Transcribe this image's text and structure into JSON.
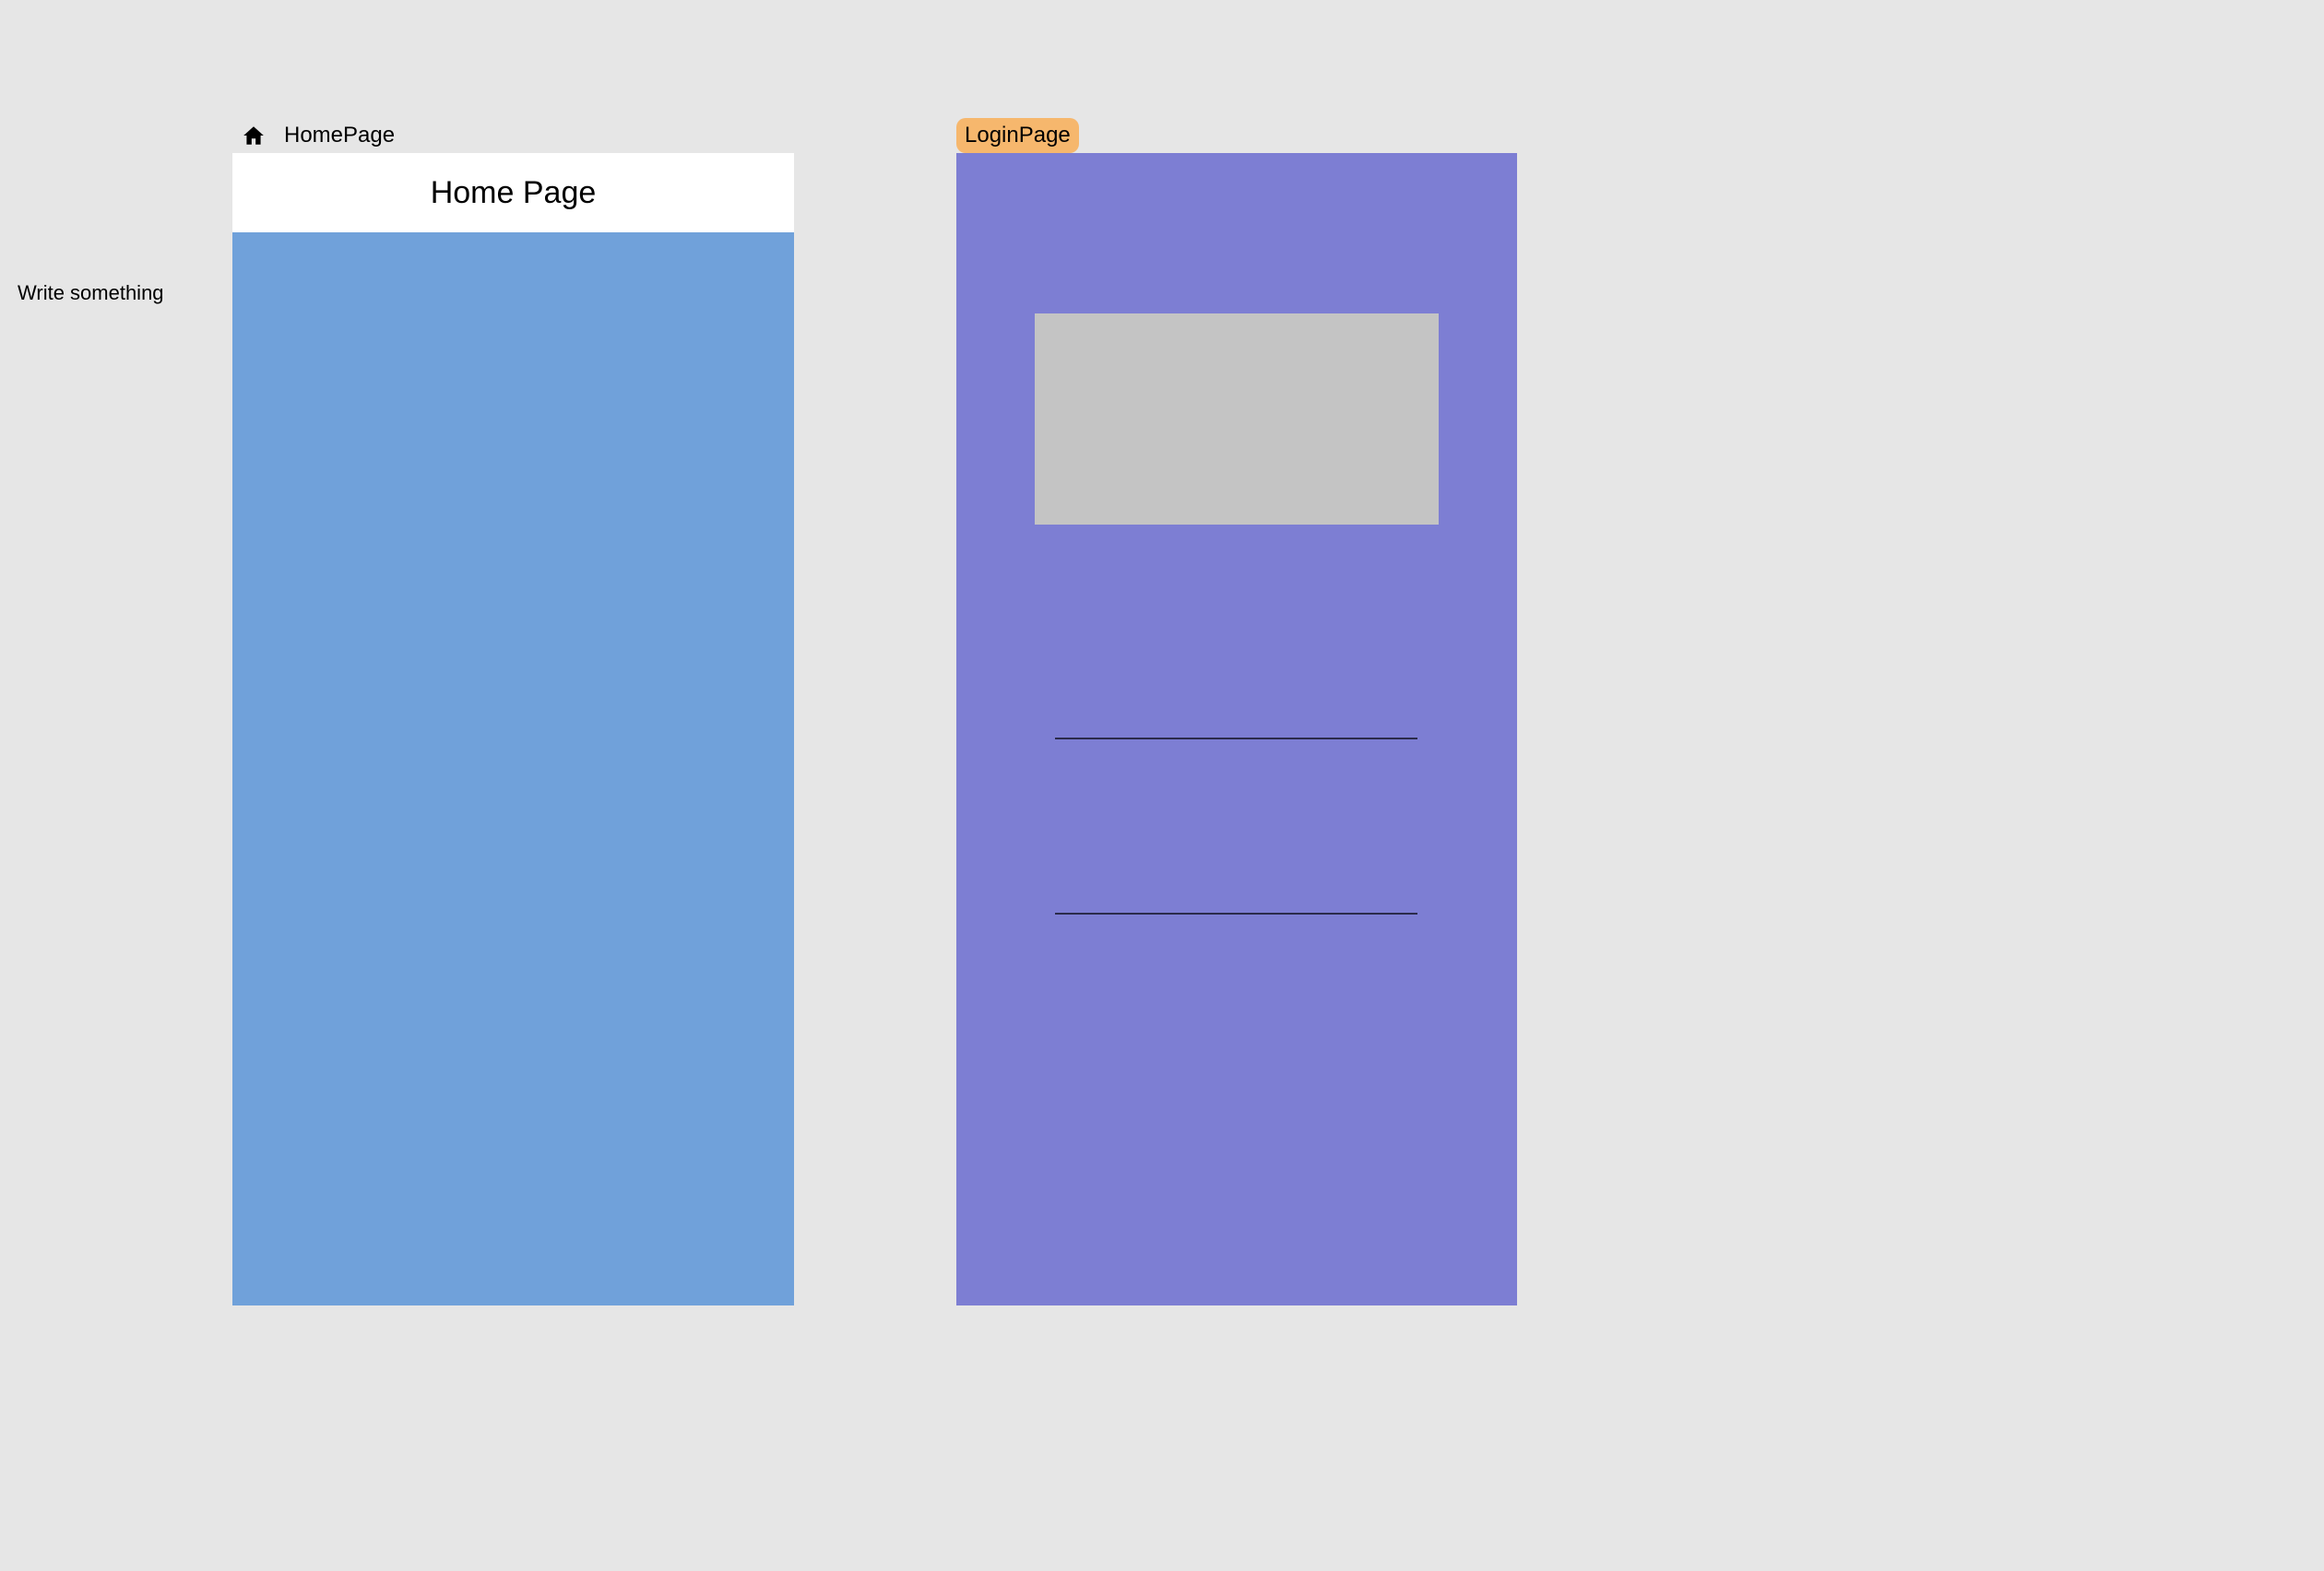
{
  "canvas": {
    "background": "#e6e6e6",
    "note": "Write something"
  },
  "frames": {
    "home": {
      "label": "HomePage",
      "icon": "home-icon",
      "header_title": "Home Page",
      "header_background": "#ffffff",
      "body_background": "#70a1da"
    },
    "login": {
      "label": "LoginPage",
      "label_background": "#f6b76d",
      "background": "#7d7ed3",
      "image_placeholder_color": "#c4c4c4"
    }
  }
}
